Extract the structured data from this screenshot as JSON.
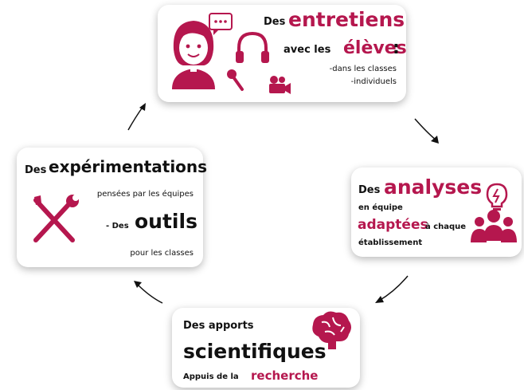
{
  "accent_color": "#b5174e",
  "cards": {
    "entretiens": {
      "prefix": "Des",
      "title": "entretiens",
      "line2_prefix": "avec les",
      "line2_big": "élèves",
      "line2_suffix": ":",
      "items": [
        "-dans les classes",
        "-individuels"
      ],
      "icons": [
        "student-avatar-icon",
        "speech-bubble-icon",
        "headphones-icon",
        "microphone-icon",
        "video-camera-icon"
      ]
    },
    "analyses": {
      "prefix": "Des",
      "title": "analyses",
      "line2": "en équipe",
      "line3_big": "adaptées",
      "line3_suffix": "à chaque",
      "line4": "établissement",
      "icons": [
        "lightbulb-icon",
        "team-icon"
      ]
    },
    "apports": {
      "line1": "Des apports",
      "title": "scientifiques",
      "line3_prefix": "Appuis de la",
      "line3_big": "recherche",
      "icons": [
        "brain-icon"
      ]
    },
    "experimentations": {
      "prefix": "Des",
      "title": "expérimentations",
      "line2": "pensées par les équipes",
      "line3_prefix": "- Des",
      "line3_big": "outils",
      "line4": "pour les classes",
      "icons": [
        "tools-icon"
      ]
    }
  }
}
